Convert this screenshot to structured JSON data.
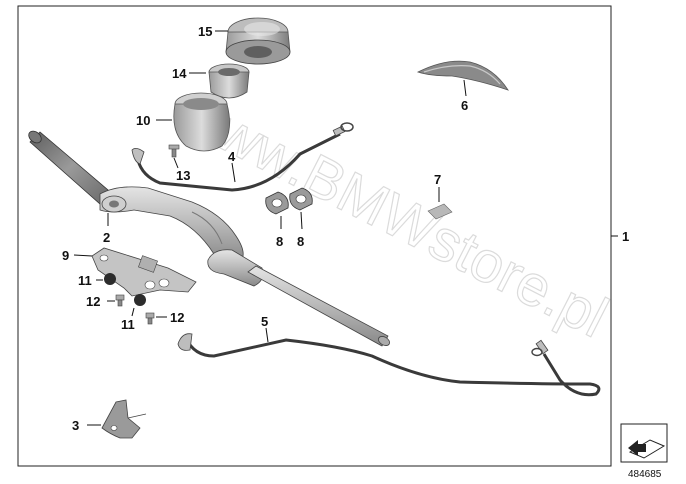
{
  "watermark": "www.BMWstore.pl",
  "diagram_number": "484685",
  "callouts": {
    "c1": "1",
    "c2": "2",
    "c3": "3",
    "c4": "4",
    "c5": "5",
    "c6": "6",
    "c7": "7",
    "c8a": "8",
    "c8b": "8",
    "c9": "9",
    "c10": "10",
    "c11a": "11",
    "c11b": "11",
    "c12a": "12",
    "c12b": "12",
    "c13": "13",
    "c14": "14",
    "c15": "15"
  },
  "colors": {
    "frame": "#222222",
    "part_light": "#d2d2d2",
    "part_mid": "#a9a9a9",
    "part_dark": "#6e6e6e",
    "cable": "#3a3a3a"
  }
}
